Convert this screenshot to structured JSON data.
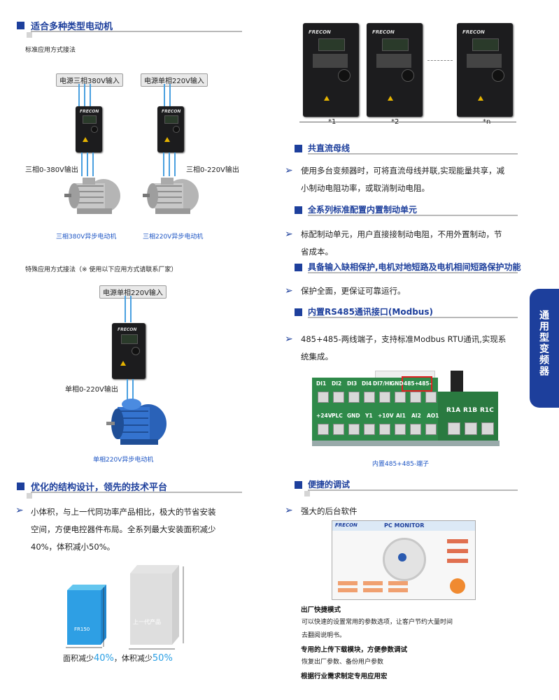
{
  "left": {
    "sec1": {
      "title": "适合多种类型电动机"
    },
    "standard_label": "标准应用方式接法",
    "power_three": "电源三相380V输入",
    "power_single": "电源单相220V输入",
    "out_three": "三相0-380V输出",
    "out_single_three": "三相0-220V输出",
    "motor1": "三相380V异步电动机",
    "motor2": "三相220V异步电动机",
    "special_label": "特殊应用方式接法（※ 使用以下应用方式请联系厂家）",
    "power_single2": "电源单相220V输入",
    "out_single": "单相0-220V输出",
    "motor3": "单相220V异步电动机",
    "vfd_logo": "FRECON",
    "sec2": {
      "title": "优化的结构设计，领先的技术平台"
    },
    "sec2_text": [
      "小体积，与上一代同功率产品相比，极大的节省安装",
      "空间，方便电控器件布局。全系列最大安装面积减少",
      "40%，体积减小50%。"
    ],
    "box_new": "FR150",
    "box_old": "上一代产品",
    "area_text_pre": "面积减少",
    "area_pct": "40%",
    "volume_text_pre": "，体积减少",
    "volume_pct": "50%"
  },
  "right": {
    "vfd_logo": "FRECON",
    "dims": [
      "*1",
      "*2",
      "*n"
    ],
    "s1": {
      "title": "共直流母线",
      "text": [
        "使用多台变频器时，可将直流母线并联,实现能量共享，减",
        "小制动电阻功率，或取消制动电阻。"
      ]
    },
    "s2": {
      "title": "全系列标准配置内置制动单元",
      "text": [
        "标配制动单元，用户直接接制动电阻，不用外置制动，节",
        "省成本。"
      ]
    },
    "s3": {
      "title": "具备输入缺相保护,电机对地短路及电机相间短路保护功能",
      "text": [
        "保护全面，更保证可靠运行。"
      ]
    },
    "s4": {
      "title": "内置RS485通讯接口(Modbus)",
      "text": [
        "485+485-两线端子，支持标准Modbus RTU通讯,实现系",
        "统集成。"
      ]
    },
    "terminals_top": [
      "DI1",
      "DI2",
      "DI3",
      "DI4",
      "DI7/HI",
      "GND",
      "485+",
      "485-"
    ],
    "terminals_bottom": [
      "+24V",
      "PLC",
      "GND",
      "Y1",
      "+10V",
      "AI1",
      "AI2",
      "AO1"
    ],
    "relay": [
      "R1A",
      "R1B",
      "R1C"
    ],
    "terminal_caption": "内置485+485-端子",
    "s5": {
      "title": "便捷的调试"
    },
    "software": "强大的后台软件",
    "pc_title": "PC MONITOR",
    "pc_logo": "FRECON",
    "f1_title": "出厂快捷模式",
    "f1_text": [
      "可以快速的设置常用的参数选项，让客户节约大量时间",
      "去翻阅说明书。"
    ],
    "f2_title": "专用的上传下载模块，方便参数调试",
    "f2_text": "恢复出厂参数、备份用户参数",
    "f3_title": "根据行业需求制定专用应用宏"
  },
  "side_tab": "通用型变频器",
  "colors": {
    "accent": "#1d3f9c",
    "blue_text": "#1d55c4",
    "wire": "#4aa0e0"
  }
}
